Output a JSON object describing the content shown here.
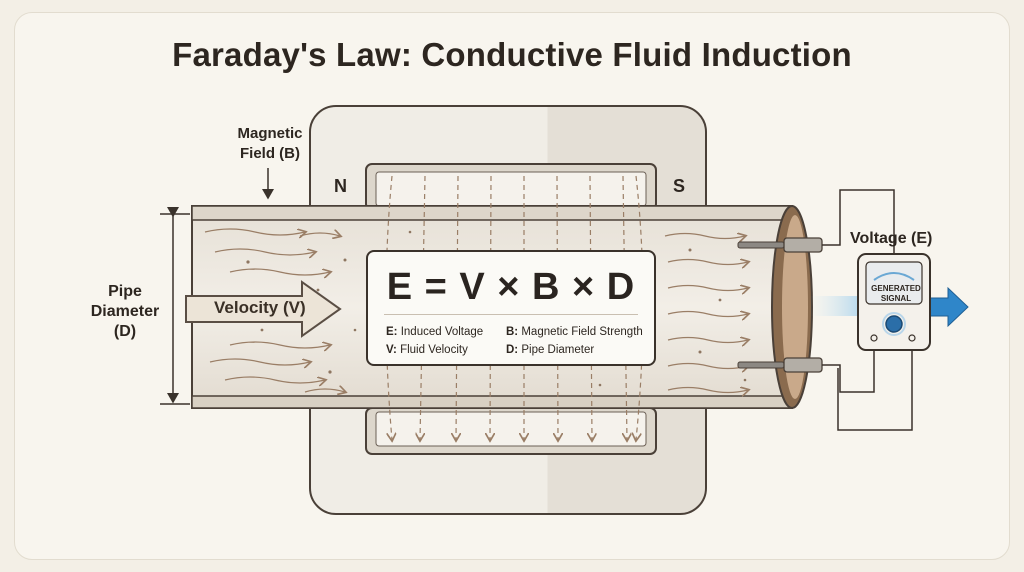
{
  "title": "Faraday's Law: Conductive Fluid Induction",
  "labels": {
    "magnetic_field": "Magnetic Field (B)",
    "pipe_diameter": "Pipe Diameter (D)",
    "pole_north": "N",
    "pole_south": "S",
    "velocity": "Velocity (V)",
    "voltage": "Voltage (E)",
    "meter_display": "GENERATED SIGNAL"
  },
  "equation": {
    "formula": "E = V × B × D",
    "legend": [
      {
        "symbol": "E:",
        "text": "Induced Voltage"
      },
      {
        "symbol": "B:",
        "text": "Magnetic Field Strength"
      },
      {
        "symbol": "V:",
        "text": "Fluid Velocity"
      },
      {
        "symbol": "D:",
        "text": "Pipe Diameter"
      }
    ]
  },
  "colors": {
    "background": "#f3efe6",
    "pipe": "#ebe5da",
    "magnet": "#eeeae2",
    "field_lines": "#9a7e66",
    "output_arrow": "#2f86c9"
  },
  "icons": [
    "velocity-arrow-icon",
    "output-arrow-icon",
    "meter-knob-icon"
  ]
}
